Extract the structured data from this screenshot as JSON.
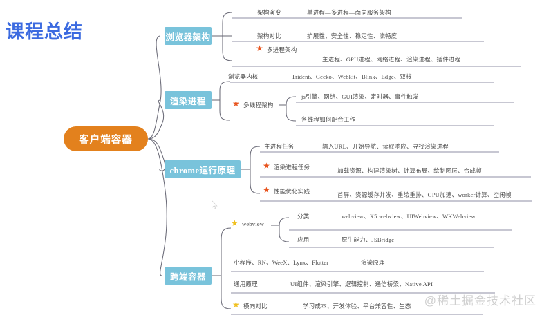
{
  "title": "课程总结",
  "watermark": "@稀土掘金技术社区",
  "colors": {
    "title": "#3b6ae0",
    "root_node": "#e3811d",
    "branch_node": "#79c3db",
    "star_orange": "#e8541e",
    "star_gold": "#f0c020",
    "link_line": "#6b6b78",
    "underline": "#8a8aa0",
    "text": "#4a4a4a",
    "watermark": "#cfcfcf"
  },
  "root": {
    "label": "客户端容器"
  },
  "branches": [
    {
      "label": "浏览器架构",
      "items": [
        {
          "star": "none",
          "label": "架构演变",
          "detail": "单进程—多进程—面向服务架构"
        },
        {
          "star": "none",
          "label": "架构对比",
          "detail": "扩展性、安全性、稳定性、流畅度"
        },
        {
          "star": "orange",
          "label": "多进程架构",
          "detail": "主进程、GPU进程、网络进程、渲染进程、插件进程"
        }
      ]
    },
    {
      "label": "渲染进程",
      "items": [
        {
          "star": "none",
          "label": "浏览器内核",
          "detail": "Trident、Gecko、Webkit、Blink、Edge、双核"
        },
        {
          "star": "orange",
          "label": "多线程架构",
          "detail": ""
        }
      ],
      "nested": {
        "parent": "多线程架构",
        "children": [
          {
            "detail": "js引擎、网络、GUI渲染、定时器、事件触发"
          },
          {
            "detail": "各线程如何配合工作"
          }
        ]
      }
    },
    {
      "label": "chrome运行原理",
      "items": [
        {
          "star": "none",
          "label": "主进程任务",
          "detail": "输入URL、开始导航、读取响应、寻找渲染进程"
        },
        {
          "star": "orange",
          "label": "渲染进程任务",
          "detail": "加载资源、构建渲染树、计算布局、绘制图层、合成帧"
        },
        {
          "star": "orange",
          "label": "性能优化实践",
          "detail": "首屏、资源缓存并发、重绘重排、GPU加速、worker计算、空闲帧"
        }
      ]
    },
    {
      "label": "跨端容器",
      "items": [
        {
          "star": "gold",
          "label": "webview",
          "detail": ""
        },
        {
          "star": "none",
          "label": "小程序、RN、WeeX、Lynx、Flutter",
          "detail": "渲染原理"
        },
        {
          "star": "none",
          "label": "通用原理",
          "detail": "UI组件、渲染引擎、逻辑控制、通信桥梁、Native API"
        },
        {
          "star": "gold",
          "label": "横向对比",
          "detail": "学习成本、开发体验、平台兼容性、生态"
        }
      ],
      "nested": {
        "parent": "webview",
        "children": [
          {
            "label": "分类",
            "detail": "webview、X5 webview、UIWebview、WKWebview"
          },
          {
            "label": "应用",
            "detail": "原生能力、JSBridge"
          }
        ]
      }
    }
  ]
}
